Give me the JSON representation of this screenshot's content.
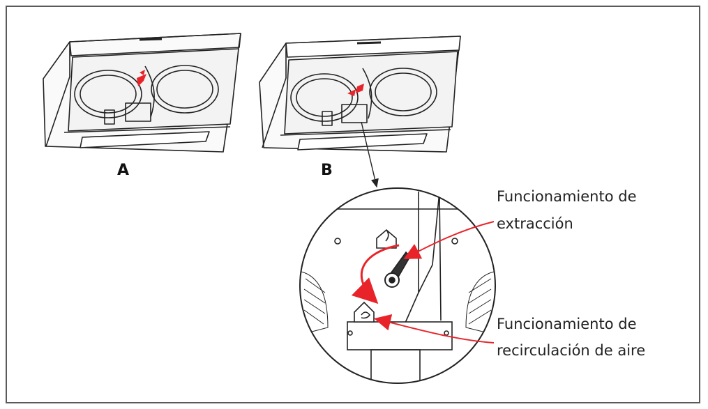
{
  "figure": {
    "hood_a_label": "A",
    "hood_b_label": "B",
    "callouts": [
      {
        "line1": "Funcionamiento de",
        "line2": "extracción"
      },
      {
        "line1": "Funcionamiento de",
        "line2": "recirculación de aire"
      }
    ],
    "colors": {
      "frame": "#5a5a5a",
      "line": "#222222",
      "accent": "#e8242a"
    }
  }
}
